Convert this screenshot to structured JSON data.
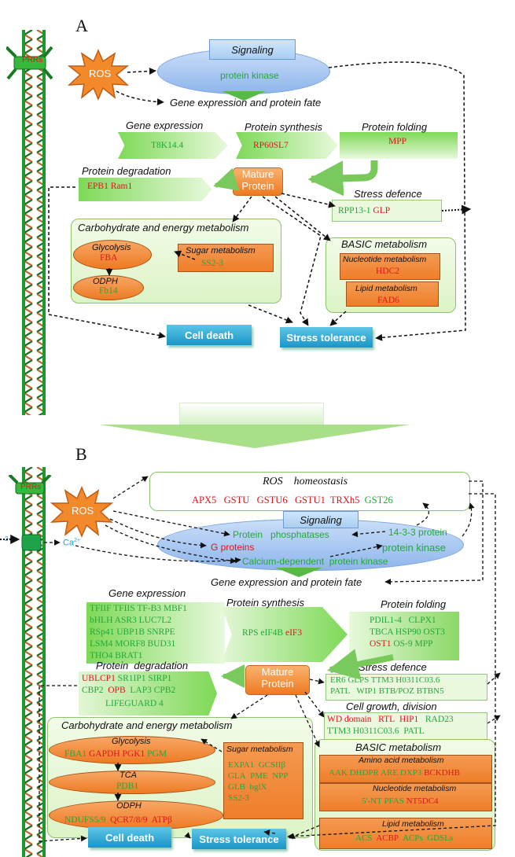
{
  "panelA": {
    "letter": "A",
    "receptor": "PRRs",
    "ros": "ROS",
    "signaling": {
      "label": "Signaling",
      "protein": "protein kinase"
    },
    "gene_fate": "Gene expression and protein fate",
    "gene_expression": {
      "title": "Gene expression",
      "genes": "T8K14.4"
    },
    "protein_synthesis": {
      "title": "Protein synthesis",
      "genes": "RP60SL7"
    },
    "protein_folding": {
      "title": "Protein folding",
      "genes": "MPP"
    },
    "protein_degradation": {
      "title": "Protein degradation",
      "genes": [
        {
          "t": "EPB1",
          "c": "r"
        },
        {
          "t": "Ram1",
          "c": "r"
        }
      ]
    },
    "mature_protein": "Mature Protein",
    "stress_defence": {
      "title": "Stress defence",
      "genes": [
        {
          "t": "RPP13-1",
          "c": "g"
        },
        {
          "t": "GLP",
          "c": "r"
        }
      ]
    },
    "carb": {
      "title": "Carbohydrate and energy metabolism",
      "glycolysis": {
        "title": "Glycolysis",
        "gene": "FBA"
      },
      "odph": {
        "title": "ODPH",
        "gene": "Fb14"
      },
      "sugar": {
        "title": "Sugar metabolism",
        "gene": "SS2-3"
      }
    },
    "basic": {
      "title": "BASIC metabolism",
      "nucleotide": {
        "title": "Nucleotide metabolism",
        "gene": "HDC2"
      },
      "lipid": {
        "title": "Lipid metabolism",
        "gene": "FAD6"
      }
    },
    "cell_death": "Cell death",
    "stress_tolerance": "Stress  tolerance"
  },
  "panelB": {
    "letter": "B",
    "receptor": "PRRs",
    "ca_left": "2+",
    "ca_label": "Ca",
    "ca_sup": "2+",
    "ros": "ROS",
    "ros_homeostasis": {
      "title": "ROS    homeostasis",
      "genes": [
        {
          "t": "APX5",
          "c": "r"
        },
        {
          "t": "GSTU",
          "c": "r"
        },
        {
          "t": "GSTU6",
          "c": "r"
        },
        {
          "t": "GSTU1",
          "c": "r"
        },
        {
          "t": "TRXh5",
          "c": "r"
        },
        {
          "t": "GST26",
          "c": "g"
        }
      ]
    },
    "signaling": {
      "label": "Signaling",
      "protein_phosphatases": "Protein   phosphatases",
      "p1433": "14-3-3 protein",
      "protein_kinase": "protein kinase",
      "g_proteins": "G proteins",
      "calcium": "Calcium-dependent  protein kinase"
    },
    "gene_fate": "Gene expression and protein fate",
    "gene_expression": {
      "title": "Gene expression",
      "lines": [
        [
          {
            "t": "TFIIF",
            "c": "g"
          },
          {
            "t": "TFIIS",
            "c": "g"
          },
          {
            "t": "TF-B3",
            "c": "g"
          },
          {
            "t": "MBF1",
            "c": "g"
          }
        ],
        [
          {
            "t": "bHLH",
            "c": "g"
          },
          {
            "t": "ASR3",
            "c": "g"
          },
          {
            "t": "LUC7L2",
            "c": "g"
          }
        ],
        [
          {
            "t": "RSp41",
            "c": "g"
          },
          {
            "t": "UBP1B",
            "c": "g"
          },
          {
            "t": "SNRPE",
            "c": "g"
          }
        ],
        [
          {
            "t": "LSM4",
            "c": "g"
          },
          {
            "t": "MORF8",
            "c": "g"
          },
          {
            "t": "BUD31",
            "c": "g"
          }
        ],
        [
          {
            "t": "THO4",
            "c": "g"
          },
          {
            "t": "BRAT1",
            "c": "g"
          }
        ]
      ]
    },
    "protein_synthesis": {
      "title": "Protein synthesis",
      "genes": [
        {
          "t": "RPS",
          "c": "g"
        },
        {
          "t": "eIF4B",
          "c": "g"
        },
        {
          "t": "eIF3",
          "c": "r"
        }
      ]
    },
    "protein_folding": {
      "title": "Protein folding",
      "lines": [
        [
          {
            "t": "PDIL1-4",
            "c": "g"
          },
          {
            "t": "CLPX1",
            "c": "g"
          }
        ],
        [
          {
            "t": "TBCA",
            "c": "g"
          },
          {
            "t": "HSP90",
            "c": "g"
          },
          {
            "t": "OST3",
            "c": "g"
          }
        ],
        [
          {
            "t": "OST1",
            "c": "r"
          },
          {
            "t": "OS-9",
            "c": "g"
          },
          {
            "t": "MPP",
            "c": "g"
          }
        ]
      ]
    },
    "protein_degradation": {
      "title": "Protein  degradation",
      "lines": [
        [
          {
            "t": "UBLCP1",
            "c": "r"
          },
          {
            "t": "SR1IP1",
            "c": "g"
          },
          {
            "t": "SIRP1",
            "c": "g"
          }
        ],
        [
          {
            "t": "CBP2",
            "c": "g"
          },
          {
            "t": "OPB",
            "c": "r"
          },
          {
            "t": "LAP3",
            "c": "g"
          },
          {
            "t": "CPB2",
            "c": "g"
          }
        ],
        [
          {
            "t": "LIFEGUARD 4",
            "c": "g"
          }
        ]
      ]
    },
    "mature_protein": "Mature Protein",
    "stress_defence": {
      "title": "Stress defence",
      "lines": [
        [
          {
            "t": "ER6",
            "c": "g"
          },
          {
            "t": "GLPS",
            "c": "g"
          },
          {
            "t": "TTM3",
            "c": "g"
          },
          {
            "t": "H0311C03.6",
            "c": "g"
          }
        ],
        [
          {
            "t": "PATL",
            "c": "g"
          },
          {
            "t": "WIP1",
            "c": "g"
          },
          {
            "t": "BTB/POZ",
            "c": "g"
          },
          {
            "t": "BTBN5",
            "c": "g"
          }
        ]
      ]
    },
    "cell_growth": {
      "title": "Cell growth, division",
      "lines": [
        [
          {
            "t": "WD domain",
            "c": "r"
          },
          {
            "t": "RTL",
            "c": "r"
          },
          {
            "t": "HIP1",
            "c": "r"
          },
          {
            "t": "RAD23",
            "c": "g"
          }
        ],
        [
          {
            "t": "TTM3",
            "c": "g"
          },
          {
            "t": "H0311C03.6",
            "c": "g"
          },
          {
            "t": "PATL",
            "c": "g"
          }
        ]
      ]
    },
    "carb": {
      "title": "Carbohydrate and energy metabolism",
      "glycolysis": {
        "title": "Glycolysis",
        "genes": [
          {
            "t": "FBA1",
            "c": "g"
          },
          {
            "t": "GAPDH",
            "c": "r"
          },
          {
            "t": "PGK1",
            "c": "r"
          },
          {
            "t": "PGM",
            "c": "g"
          }
        ]
      },
      "tca": {
        "title": "TCA",
        "genes": [
          {
            "t": "PDB1",
            "c": "g"
          }
        ]
      },
      "odph": {
        "title": "ODPH",
        "genes": [
          {
            "t": "NDUFS5/9",
            "c": "g"
          },
          {
            "t": "QCR7/8/9",
            "c": "r"
          },
          {
            "t": "ATPβ",
            "c": "r"
          }
        ]
      },
      "sugar": {
        "title": "Sugar metabolism",
        "lines": [
          [
            {
              "t": "EXPA1",
              "c": "g"
            },
            {
              "t": "GCSIIβ",
              "c": "g"
            }
          ],
          [
            {
              "t": "GLA",
              "c": "g"
            },
            {
              "t": "PME",
              "c": "g"
            },
            {
              "t": "NPP",
              "c": "g"
            }
          ],
          [
            {
              "t": "GLB",
              "c": "g"
            },
            {
              "t": "bglX",
              "c": "g"
            }
          ],
          [
            {
              "t": "SS2-3",
              "c": "g"
            }
          ]
        ]
      }
    },
    "basic": {
      "title": "BASIC metabolism",
      "amino": {
        "title": "Amino acid metabolism",
        "genes": [
          {
            "t": "AAK",
            "c": "g"
          },
          {
            "t": "DHDPR",
            "c": "g"
          },
          {
            "t": "ARE",
            "c": "g"
          },
          {
            "t": "DXP3",
            "c": "g"
          },
          {
            "t": "BCKDHB",
            "c": "r"
          }
        ]
      },
      "nucleotide": {
        "title": "Nucleotide metabolism",
        "genes": [
          {
            "t": "5'-NT",
            "c": "g"
          },
          {
            "t": "PFAS",
            "c": "g"
          },
          {
            "t": "NT5DC4",
            "c": "r"
          }
        ]
      },
      "lipid": {
        "title": "Lipid metabolism",
        "genes": [
          {
            "t": "ACS",
            "c": "g"
          },
          {
            "t": "ACBP",
            "c": "r"
          },
          {
            "t": "ACPs",
            "c": "g"
          },
          {
            "t": "GDSLs",
            "c": "g"
          }
        ]
      }
    },
    "cell_death": "Cell death",
    "stress_tolerance": "Stress  tolerance"
  }
}
